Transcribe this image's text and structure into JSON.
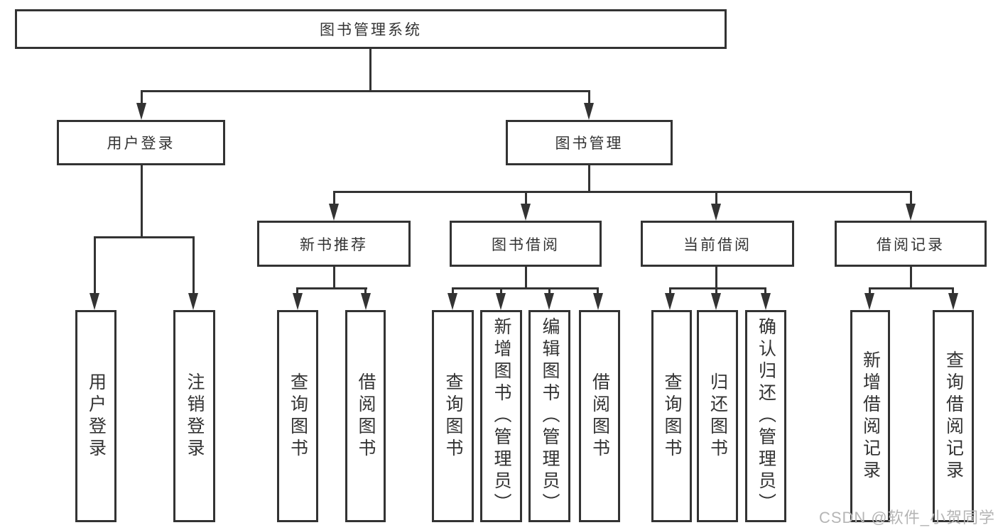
{
  "diagram": {
    "root": {
      "label": "图书管理系统"
    },
    "branches": [
      {
        "label": "用户登录",
        "children": [
          {
            "label": "用户登录"
          },
          {
            "label": "注销登录"
          }
        ]
      },
      {
        "label": "图书管理",
        "children": [
          {
            "label": "新书推荐",
            "children": [
              {
                "label": "查询图书"
              },
              {
                "label": "借阅图书"
              }
            ]
          },
          {
            "label": "图书借阅",
            "children": [
              {
                "label": "查询图书"
              },
              {
                "label": "新增图书（管理员）"
              },
              {
                "label": "编辑图书（管理员）"
              },
              {
                "label": "借阅图书"
              }
            ]
          },
          {
            "label": "当前借阅",
            "children": [
              {
                "label": "查询图书"
              },
              {
                "label": "归还图书"
              },
              {
                "label": "确认归还（管理员）"
              }
            ]
          },
          {
            "label": "借阅记录",
            "children": [
              {
                "label": "新增借阅记录"
              },
              {
                "label": "查询借阅记录"
              }
            ]
          }
        ]
      }
    ],
    "watermark": "CSDN @软件_小贺同学",
    "colors": {
      "line": "#333333",
      "border": "#333333",
      "text": "#333333",
      "watermark": "#b5b5b5",
      "background": "#ffffff"
    }
  }
}
